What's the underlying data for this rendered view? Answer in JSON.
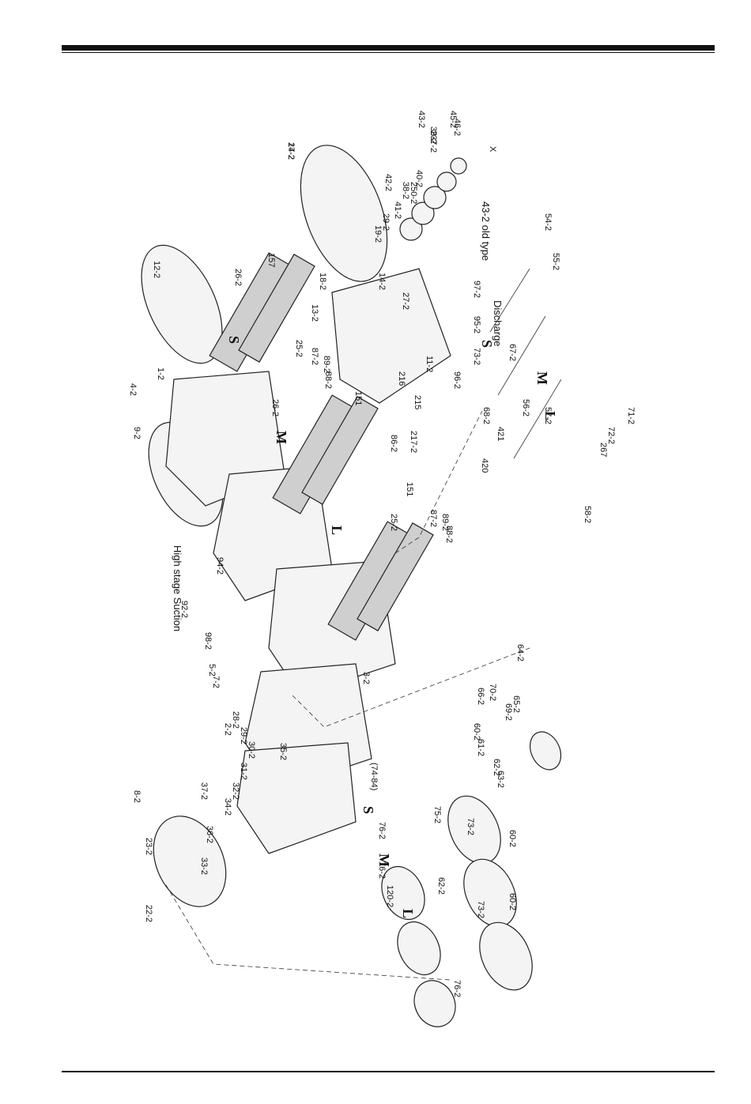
{
  "labels": {
    "upper_group": [
      "17-2",
      "12-2",
      "157",
      "26-2",
      "14-2",
      "19-2",
      "29-2",
      "41-2",
      "42-2",
      "38-2",
      "250-2",
      "40-2",
      "237-2",
      "39-2",
      "43-2",
      "46-2",
      "45-2",
      "43-2 old type",
      "X",
      "18-2",
      "13-2",
      "25-2",
      "87-2",
      "89-2",
      "88-2",
      "4-2",
      "1-2",
      "9-2",
      "26-2",
      "151",
      "11-2",
      "96-2",
      "97-2",
      "95-2",
      "27-2",
      "Discharge",
      "73-2",
      "67-2",
      "68-2",
      "421",
      "420",
      "56-2",
      "57-2",
      "55-2",
      "54-2",
      "71-2",
      "72-2",
      "267",
      "58-2",
      "216",
      "215",
      "217-2",
      "86-2",
      "88-2",
      "89-2",
      "87-2",
      "25-2",
      "151",
      "High stage Suction",
      "94-2",
      "92-2",
      "98-2",
      "5-2",
      "7-2",
      "3-2",
      "2-2",
      "28-2",
      "29-2",
      "30-2",
      "31-2",
      "32-2",
      "37-2",
      "34-2",
      "36-2",
      "33-2",
      "35-2",
      "8-2",
      "23-2",
      "22-2",
      "24-2"
    ],
    "lower_group": [
      "60-2",
      "61-2",
      "62-2",
      "(74-84)",
      "75-2",
      "76-2",
      "63-2",
      "65-2",
      "66-2",
      "64-2",
      "70-2",
      "69-2",
      "60-2",
      "73-2",
      "62-2",
      "60-2",
      "73-2",
      "76-2",
      "120-2",
      "76-2"
    ],
    "letters": [
      "S",
      "M",
      "L",
      "S",
      "M",
      "L",
      "S",
      "M",
      "L"
    ]
  }
}
